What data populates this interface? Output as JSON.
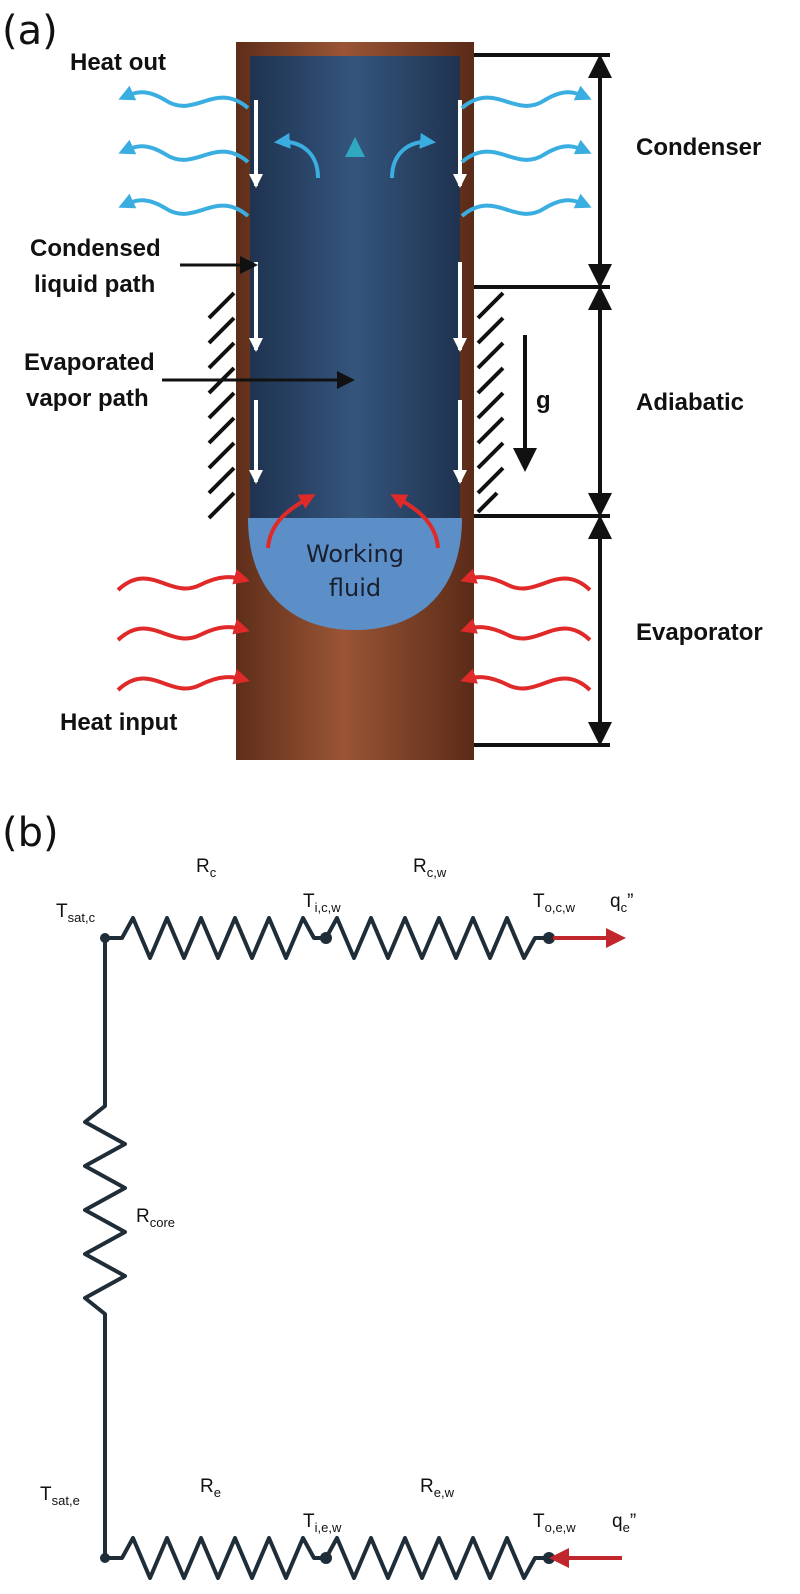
{
  "panel_a": {
    "label": "(a)",
    "heat_out": "Heat out",
    "condensed_line1": "Condensed",
    "condensed_line2": "liquid path",
    "evaporated_line1": "Evaporated",
    "evaporated_line2": "vapor path",
    "gravity": "g",
    "section_condenser": "Condenser",
    "section_adiabatic": "Adiabatic",
    "section_evaporator": "Evaporator",
    "working_line1": "Working",
    "working_line2": "fluid",
    "heat_input": "Heat input",
    "colors": {
      "copper": "#8a4a2e",
      "vapor_core": "#2c4a70",
      "liquid_pool": "#5c8fc8",
      "heat_out_arrow": "#3aaee0",
      "heat_in_arrow": "#e02a2a"
    }
  },
  "panel_b": {
    "label": "(b)",
    "T_sat_c": {
      "main": "T",
      "sub": "sat,c"
    },
    "T_i_c_w": {
      "main": "T",
      "sub": "i,c,w"
    },
    "T_o_c_w": {
      "main": "T",
      "sub": "o,c,w"
    },
    "T_sat_e": {
      "main": "T",
      "sub": "sat,e"
    },
    "T_i_e_w": {
      "main": "T",
      "sub": "i,e,w"
    },
    "T_o_e_w": {
      "main": "T",
      "sub": "o,e,w"
    },
    "R_c": {
      "main": "R",
      "sub": "c"
    },
    "R_c_w": {
      "main": "R",
      "sub": "c,w"
    },
    "R_core": {
      "main": "R",
      "sub": "core"
    },
    "R_e": {
      "main": "R",
      "sub": "e"
    },
    "R_e_w": {
      "main": "R",
      "sub": "e,w"
    },
    "q_c": {
      "main": "q",
      "sub": "c",
      "sup": "”"
    },
    "q_e": {
      "main": "q",
      "sub": "e",
      "sup": "”"
    },
    "colors": {
      "wire": "#1e2d38",
      "heat_arrow": "#c0262c"
    }
  }
}
